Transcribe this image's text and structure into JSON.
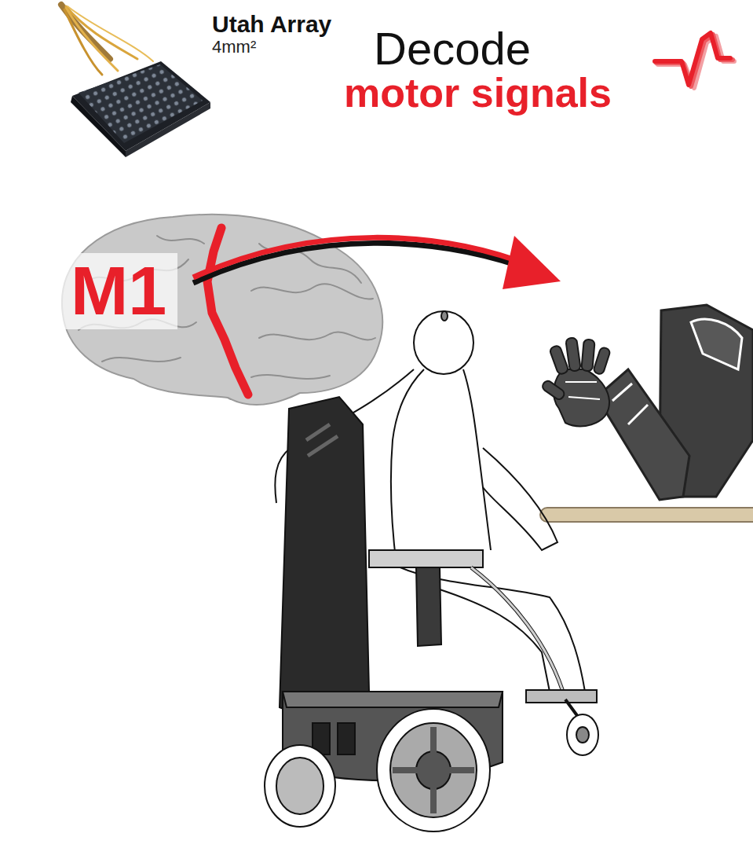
{
  "diagram": {
    "labels": [
      "Utah Array",
      "4mm²",
      "Decode",
      "motor signals",
      "M1"
    ]
  }
}
